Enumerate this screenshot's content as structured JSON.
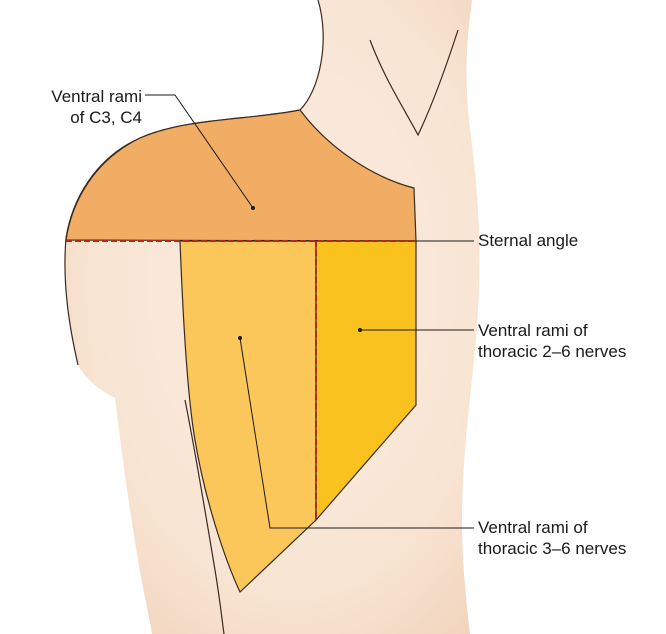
{
  "colors": {
    "skin": "#f8e6d6",
    "skin_shadow": "#efd3bd",
    "body_outline": "#3a2a22",
    "region_c3_c4": "#f0ad63",
    "region_t3_t6": "#fbc65a",
    "region_t2_t6": "#fac21f",
    "dashed_line": "#b02a1e",
    "leader_line": "#1a1a1a"
  },
  "labels": {
    "c3_c4": {
      "line1": "Ventral rami",
      "line2": "of C3, C4"
    },
    "sternal_angle": {
      "line1": "Sternal angle"
    },
    "t2_t6": {
      "line1": "Ventral rami of",
      "line2": "thoracic 2–6 nerves"
    },
    "t3_t6": {
      "line1": "Ventral rami of",
      "line2": "thoracic 3–6 nerves"
    }
  }
}
